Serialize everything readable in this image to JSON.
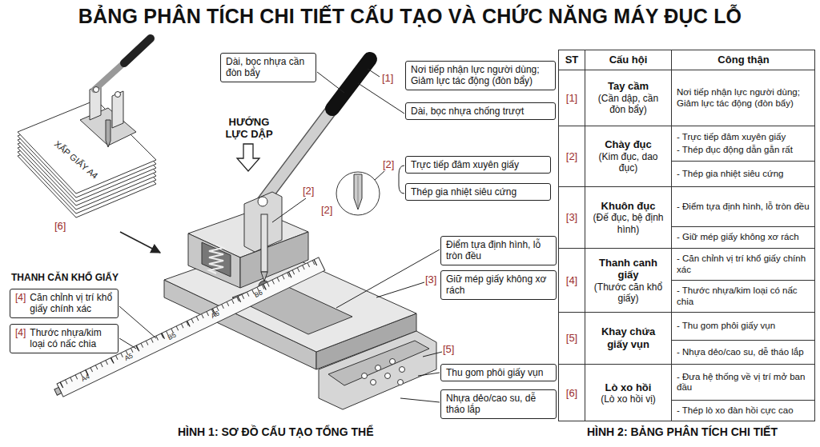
{
  "diagram": {
    "title": "BẢNG PHÂN TÍCH CHI TIẾT CẤU TẠO VÀ CHỨC NĂNG MÁY ĐỤC LỖ",
    "nodes": [
      {
        "text": [
          "Dài, bọc nhựa cần đòn bẩy"
        ]
      },
      {
        "text": [
          "Nơi tiếp nhận lực người dùng; Giảm lực tác động (đòn bẩy)"
        ]
      },
      {
        "text": [
          "Dài, bọc nhựa chống trượt"
        ]
      },
      {
        "text": [
          "Trực tiếp đâm xuyên giấy"
        ]
      },
      {
        "text": [
          "Thép gia nhiệt siêu cứng"
        ]
      },
      {
        "text": [
          "Điểm tựa định hình, lỗ tròn đều"
        ]
      },
      {
        "text": [
          "Giữ mép giấy không xơ rách"
        ]
      },
      {
        "text": [
          "[4]",
          "Căn chỉnh vị trí khổ giấy chính xác"
        ]
      },
      {
        "text": [
          "[4]",
          "Thước nhựa/kim loại có nấc chia"
        ]
      },
      {
        "text": [
          "Thu gom phôi giấy vụn"
        ]
      },
      {
        "text": [
          "Nhựa dẻo/cao su, dễ tháo lắp"
        ]
      }
    ],
    "labels": [
      "[1]",
      "HƯỚNG LỰC DẬP",
      "[2]",
      "[2]",
      "[2]",
      "[3]",
      "[5]",
      "[6]",
      "XẤP GIẤY A4",
      "THANH CĂN KHỔ GIẤY",
      "A4",
      "A5",
      "B5",
      "A6",
      "B6",
      "HÌNH 1: SƠ ĐỒ CẤU TẠO TỔNG THỂ",
      "HÌNH 2: BẢNG PHÂN TÍCH CHI TIẾT",
      "ST",
      "Cấu hội",
      "Công thận",
      "[1]",
      "Tay cầm",
      "(Cần dập, cần đòn bẩy)",
      "Nơi tiếp nhận lực người dùng; Giảm lực tác động (đòn bẩy)",
      "[2]",
      "Chày đục",
      "(Kim đục, dao đục)",
      "- Trực tiếp đâm xuyên giấy",
      "- Thép đục động dẫn gẵn rất",
      "- Thép gia nhiệt siêu cứng",
      "[3]",
      "Khuôn đục",
      "(Đế đục, bệ định hình)",
      "- Điểm tựa định hình, lỗ tròn đều",
      "- Giữ mép giấy không xơ rách",
      "[4]",
      "Thanh canh giấy",
      "(Thước căn khổ giấy)",
      "- Căn chỉnh vị trí khổ giấy chính xác",
      "- Thước nhựa/kim loại có nấc chia",
      "[5]",
      "Khay chứa giấy vụn",
      "- Thu gom phôi giấy vụn",
      "- Nhựa dẻo/cao su, dễ tháo lắp",
      "[6]",
      "Lò xo hồi",
      "(Lò xo hồi vị)",
      "- Đưa hệ thống về vị trí mở ban đầu",
      "- Thép lò xo đàn hồi cực cao"
    ]
  }
}
